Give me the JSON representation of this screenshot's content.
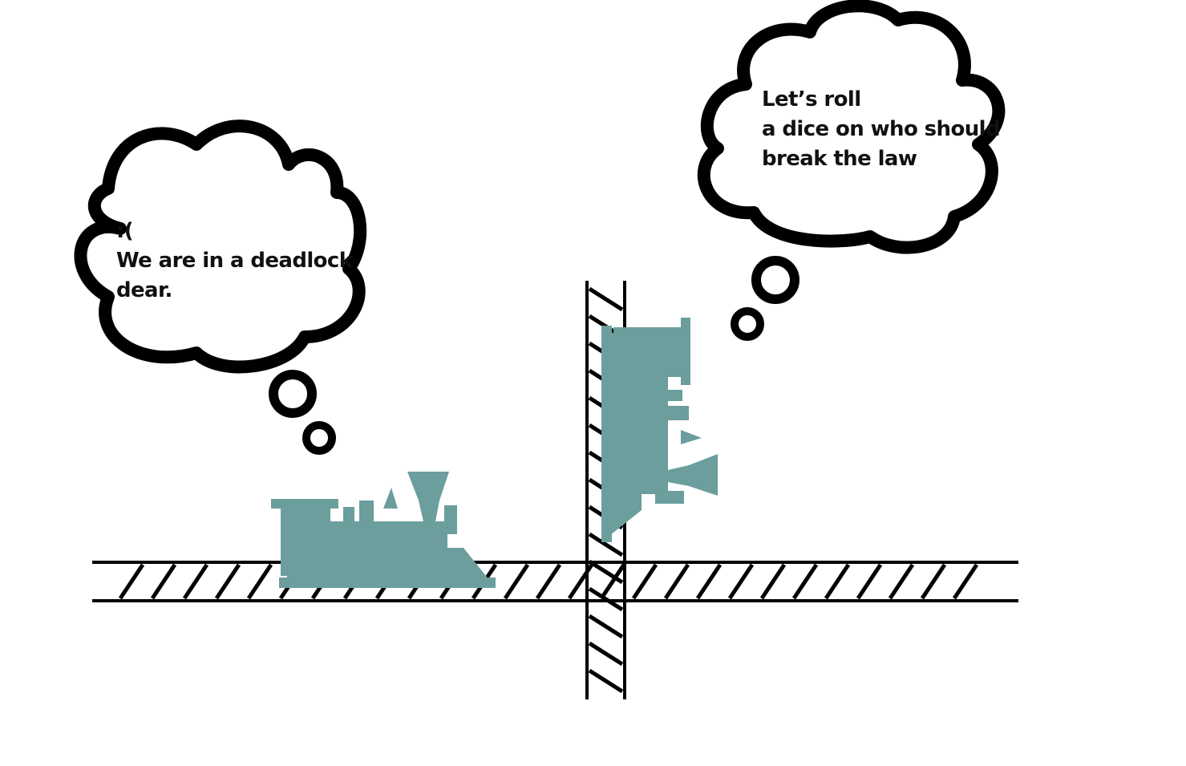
{
  "colors": {
    "train": "#6b9e9c",
    "ink": "#000000",
    "background": "#ffffff"
  },
  "bubbles": {
    "left": {
      "lines": [
        ":(",
        "We are in a deadlock",
        "dear."
      ]
    },
    "right": {
      "lines": [
        "Let’s roll",
        "a dice on who should",
        "break the law"
      ]
    }
  },
  "icons": {
    "left_train": "steam-locomotive-icon",
    "right_train": "steam-locomotive-icon"
  }
}
